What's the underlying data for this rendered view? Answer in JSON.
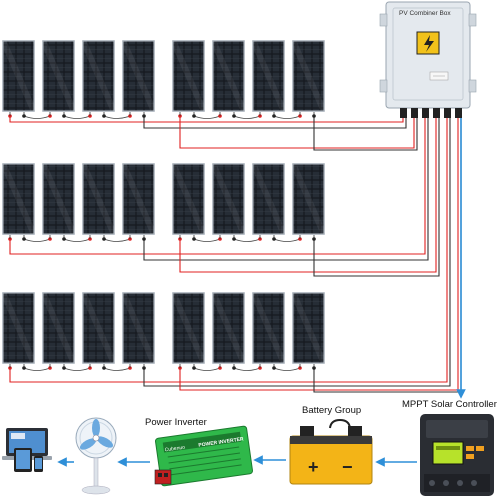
{
  "combiner_box": {
    "title": "PV Combiner Box",
    "icon": "high-voltage-warning-icon"
  },
  "solar_array": {
    "rows": 3,
    "panels_per_row": 8
  },
  "components": {
    "mppt_controller": {
      "label": "MPPT Solar Controller",
      "icon": "charge-controller-icon"
    },
    "battery": {
      "label": "Battery Group",
      "icon": "battery-icon",
      "plus": "+",
      "minus": "−"
    },
    "inverter": {
      "label": "Power Inverter",
      "icon": "power-inverter-icon",
      "brand": "Cubenuo",
      "model": "POWER INVERTER"
    },
    "fan": {
      "icon": "desk-fan-icon"
    },
    "devices": {
      "icon": "laptop-tablet-phone-icon"
    }
  },
  "colors": {
    "panel_frame": "#b9c0c8",
    "panel_cell": "#15191f",
    "wire_positive": "#e02020",
    "wire_negative": "#333333",
    "arrow": "#2e8fd8",
    "battery_body": "#f3b417",
    "inverter_body": "#2fb84a",
    "controller_body": "#2a2d33",
    "combiner_body": "#e4e9ee"
  }
}
